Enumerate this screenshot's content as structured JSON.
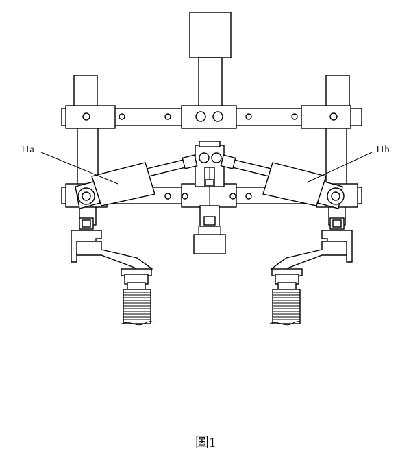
{
  "figure": {
    "caption": "圖1",
    "labels": {
      "left_actuator": "11a",
      "right_actuator": "11b"
    }
  }
}
